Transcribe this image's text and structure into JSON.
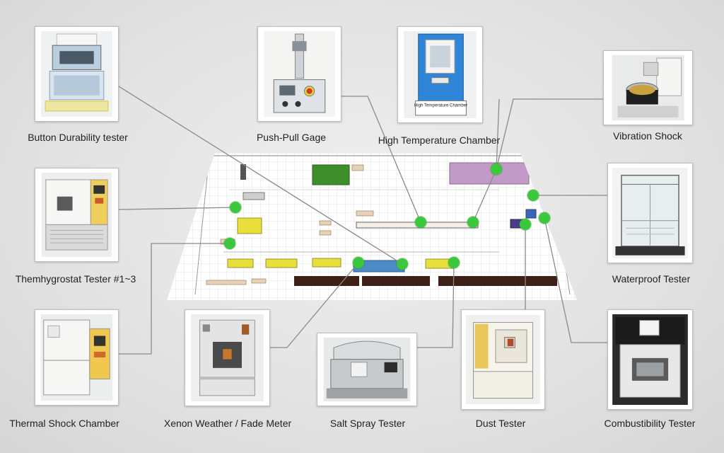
{
  "equipment": [
    {
      "id": "button",
      "label": "Button Durability tester",
      "icon": "button-durability-tester-icon"
    },
    {
      "id": "pushpull",
      "label": "Push-Pull Gage",
      "icon": "push-pull-gage-icon"
    },
    {
      "id": "hightemp",
      "label": "High Temperature Chamber",
      "icon": "high-temperature-chamber-icon",
      "plate": "High Temperature Chamber"
    },
    {
      "id": "vibration",
      "label": "Vibration Shock",
      "icon": "vibration-shock-icon"
    },
    {
      "id": "thermo",
      "label": "Themhygrostat Tester #1~3",
      "icon": "themhygrostat-tester-icon"
    },
    {
      "id": "waterproof",
      "label": "Waterproof Tester",
      "icon": "waterproof-tester-icon"
    },
    {
      "id": "thermal",
      "label": "Thermal Shock Chamber",
      "icon": "thermal-shock-chamber-icon"
    },
    {
      "id": "xenon",
      "label": "Xenon Weather / Fade Meter",
      "icon": "xenon-weather-fade-meter-icon"
    },
    {
      "id": "salt",
      "label": "Salt Spray Tester",
      "icon": "salt-spray-tester-icon"
    },
    {
      "id": "dust",
      "label": "Dust Tester",
      "icon": "dust-tester-icon"
    },
    {
      "id": "combust",
      "label": "Combustibility Tester",
      "icon": "combustibility-tester-icon"
    }
  ],
  "colors": {
    "marker": "#3cc83c",
    "connector": "#8a8a8a",
    "cabinet_white": "#f2f2f0",
    "accent_blue": "#2f86d8",
    "plan_yellow": "#e8df3a",
    "plan_green": "#3e8f2c",
    "plan_dark": "#3d1f17",
    "plan_purple": "#c29ac8"
  }
}
